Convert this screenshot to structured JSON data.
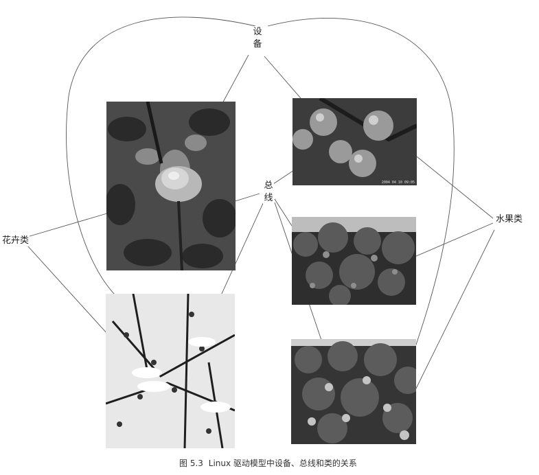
{
  "labels": {
    "device": "设备",
    "bus": "总线",
    "fruit_class": "水果类",
    "flower_class": "花卉类"
  },
  "caption": {
    "prefix": "图 5.3",
    "text": "Linux 驱动模型中设备、总线和类的关系"
  },
  "photos": {
    "rose": {
      "subject": "rose flower",
      "tone": "grayscale"
    },
    "apples": {
      "subject": "apples on branch",
      "stamp": "2004 04 10 09:05",
      "tone": "grayscale"
    },
    "apple_tree": {
      "subject": "fruit tree foliage",
      "tone": "grayscale"
    },
    "plum_blossom": {
      "subject": "plum blossoms in snow",
      "tone": "grayscale"
    },
    "orange_tree": {
      "subject": "orange tree with fruit",
      "tone": "grayscale"
    }
  },
  "colors": {
    "line": "#555555",
    "background": "#ffffff"
  }
}
